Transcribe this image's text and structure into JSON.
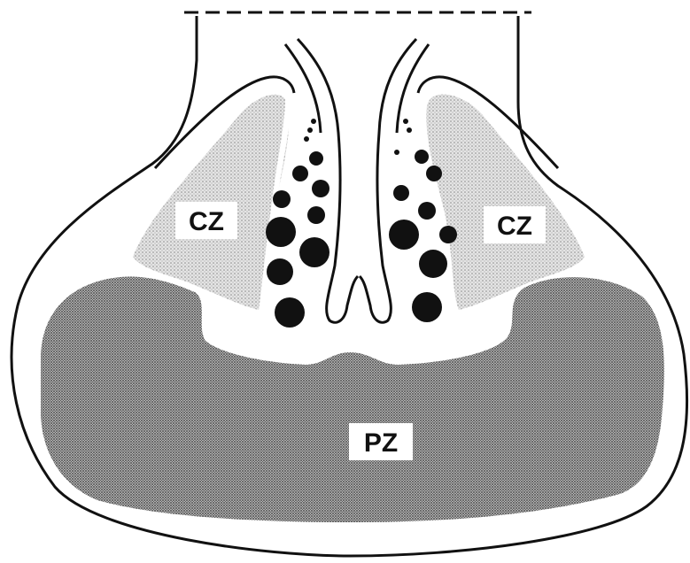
{
  "labels": {
    "cz_left": "CZ",
    "cz_right": "CZ",
    "pz": "PZ"
  },
  "colors": {
    "outline": "#111111",
    "central_zone_fill": "#d2d2d2",
    "peripheral_zone_fill": "#9a9a9a",
    "gland_dots": "#111111",
    "label_background": "#ffffff",
    "background": "#ffffff"
  }
}
